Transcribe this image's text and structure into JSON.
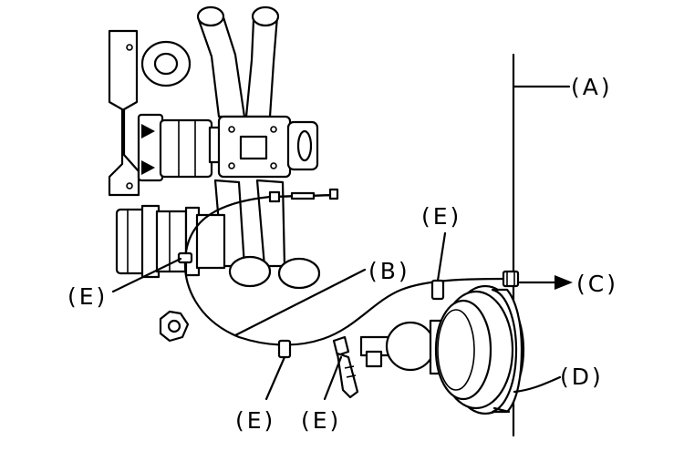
{
  "labels": {
    "a": "(A)",
    "b": "(B)",
    "c": "(C)",
    "d": "(D)",
    "e_upper": "(E)",
    "e_left": "(E)",
    "e_bottom_left": "(E)",
    "e_bottom_right": "(E)"
  }
}
